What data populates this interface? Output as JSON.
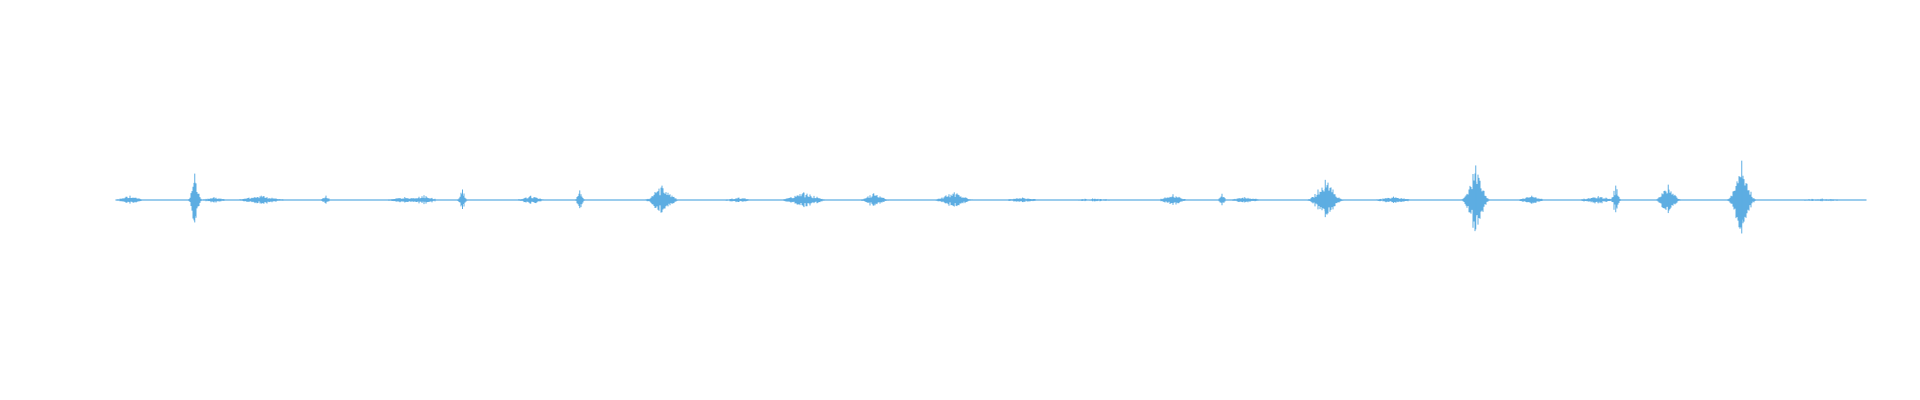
{
  "colors": {
    "background": "#ffffff",
    "waveform": "#5dade2"
  },
  "chart_data": {
    "type": "area",
    "title": "",
    "xlabel": "",
    "ylabel": "",
    "grid": false,
    "legend": "none",
    "ylim": [
      -1,
      1
    ],
    "series": [
      {
        "color": "#5dade2",
        "duration": 1,
        "baseline_amplitude": 0.005,
        "events": [
          {
            "t": 0.008,
            "amp": 0.09,
            "width": 0.004
          },
          {
            "t": 0.045,
            "amp": 0.55,
            "width": 0.0015
          },
          {
            "t": 0.056,
            "amp": 0.06,
            "width": 0.004
          },
          {
            "t": 0.083,
            "amp": 0.09,
            "width": 0.007
          },
          {
            "t": 0.12,
            "amp": 0.09,
            "width": 0.0015
          },
          {
            "t": 0.165,
            "amp": 0.06,
            "width": 0.006
          },
          {
            "t": 0.176,
            "amp": 0.1,
            "width": 0.004
          },
          {
            "t": 0.198,
            "amp": 0.22,
            "width": 0.0012
          },
          {
            "t": 0.237,
            "amp": 0.09,
            "width": 0.004
          },
          {
            "t": 0.265,
            "amp": 0.2,
            "width": 0.0012
          },
          {
            "t": 0.312,
            "amp": 0.3,
            "width": 0.004
          },
          {
            "t": 0.356,
            "amp": 0.05,
            "width": 0.005
          },
          {
            "t": 0.393,
            "amp": 0.16,
            "width": 0.006
          },
          {
            "t": 0.433,
            "amp": 0.14,
            "width": 0.004
          },
          {
            "t": 0.479,
            "amp": 0.16,
            "width": 0.005
          },
          {
            "t": 0.518,
            "amp": 0.05,
            "width": 0.006
          },
          {
            "t": 0.558,
            "amp": 0.03,
            "width": 0.01
          },
          {
            "t": 0.604,
            "amp": 0.12,
            "width": 0.004
          },
          {
            "t": 0.632,
            "amp": 0.13,
            "width": 0.0012
          },
          {
            "t": 0.645,
            "amp": 0.06,
            "width": 0.005
          },
          {
            "t": 0.691,
            "amp": 0.42,
            "width": 0.004
          },
          {
            "t": 0.73,
            "amp": 0.07,
            "width": 0.006
          },
          {
            "t": 0.777,
            "amp": 0.72,
            "width": 0.003
          },
          {
            "t": 0.809,
            "amp": 0.09,
            "width": 0.004
          },
          {
            "t": 0.847,
            "amp": 0.08,
            "width": 0.006
          },
          {
            "t": 0.857,
            "amp": 0.3,
            "width": 0.0012
          },
          {
            "t": 0.887,
            "amp": 0.32,
            "width": 0.003
          },
          {
            "t": 0.929,
            "amp": 0.82,
            "width": 0.003
          },
          {
            "t": 0.975,
            "amp": 0.03,
            "width": 0.01
          }
        ]
      }
    ]
  }
}
